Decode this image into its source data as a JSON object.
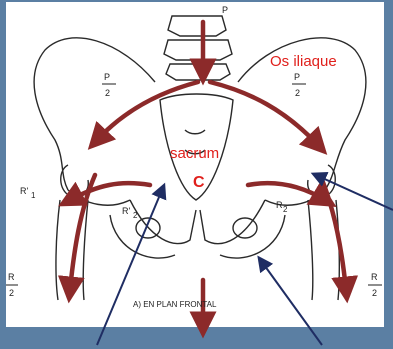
{
  "labels": {
    "top_p": "P",
    "os_iliaque": "Os iliaque",
    "sacrum": "sacrum",
    "c_letter": "C",
    "p_left_num": "P",
    "p_left_den": "2",
    "p_right_num": "P",
    "p_right_den": "2",
    "r1_prime": "R'",
    "r1_sub": "1",
    "r2_prime": "R'",
    "r2_sub": "2",
    "r2": "R",
    "r2_right_sub": "2",
    "r_left_num": "R",
    "r_left_den": "2",
    "r_right_num": "R",
    "r_right_den": "2",
    "caption": "A)  EN PLAN FRONTAL"
  },
  "colors": {
    "frame": "#5b7fa3",
    "paper": "#ffffff",
    "force_arrow": "#8c2a2a",
    "pointer_arrow": "#1f2d63",
    "red_text": "#e0201c",
    "line": "#2a2a2a"
  }
}
